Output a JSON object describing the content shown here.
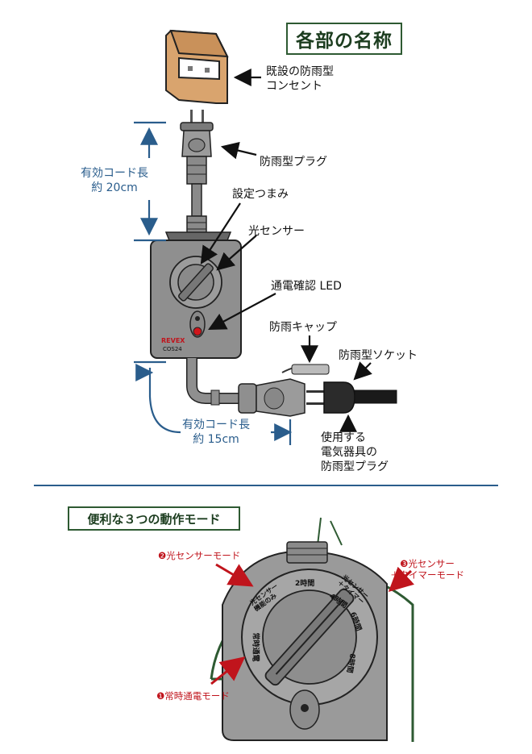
{
  "header": {
    "title": "各部の名称"
  },
  "parts": {
    "existing_outlet": [
      "既設の防雨型",
      "コンセント"
    ],
    "plug": "防雨型プラグ",
    "cord_top": [
      "有効コード長",
      "約 20cm"
    ],
    "dial": "設定つまみ",
    "sensor": "光センサー",
    "led": "通電確認 LED",
    "cap": "防雨キャップ",
    "socket": "防雨型ソケット",
    "cord_bottom": [
      "有効コード長",
      "約 15cm"
    ],
    "appliance_plug": [
      "使用する",
      "電気器具の",
      "防雨型プラグ"
    ],
    "brand": "REVEX",
    "model": "COS24"
  },
  "modes": {
    "title": "便利な３つの動作モード",
    "mode1": "❶常時通電モード",
    "mode2": "❷光センサーモード",
    "mode3": [
      "❸光センサー",
      "＋タイマーモード"
    ]
  },
  "dial_labels": {
    "two_hours": "2時間",
    "four_hours": "4時間",
    "six_hours": "6時間",
    "eight_hours": "8時間",
    "sensor_only": [
      "光センサー",
      "機能のみ"
    ],
    "sensor_timer": [
      "光センサー",
      "＋タイマー"
    ],
    "always_on": "常時通電"
  },
  "colors": {
    "accent_green": "#2e5a32",
    "dimension_blue": "#2a5d8c",
    "mode_red": "#c0141c",
    "outlet_tan": "#d9a46e",
    "device_gray": "#8f8f8f"
  }
}
